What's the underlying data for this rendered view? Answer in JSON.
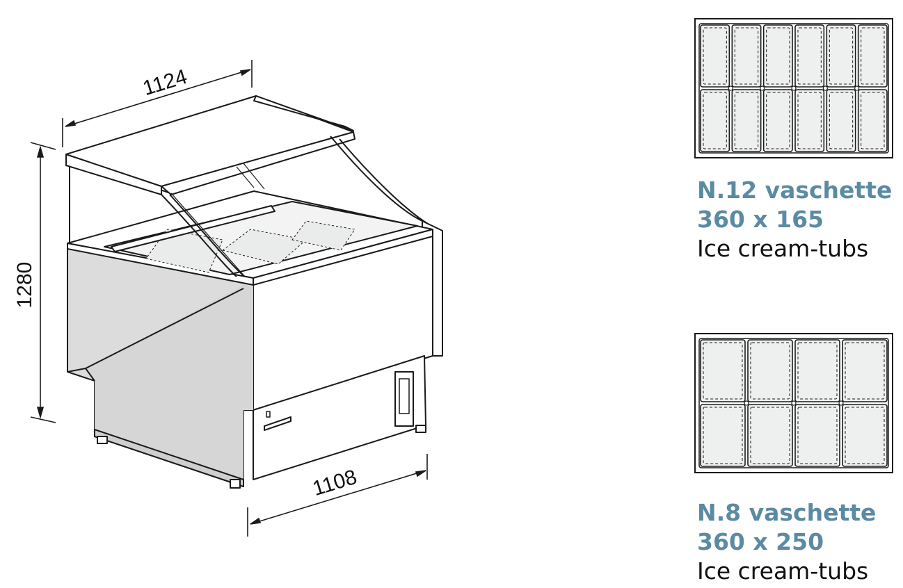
{
  "dimensions": {
    "width": "1124",
    "height": "1280",
    "depth": "1108"
  },
  "layouts": [
    {
      "title": "N.12 vaschette",
      "size": "360 x 165",
      "subtitle": "Ice cream-tubs",
      "cols": 6,
      "rows": 2
    },
    {
      "title": "N.8 vaschette",
      "size": "360 x 250",
      "subtitle": "Ice cream-tubs",
      "cols": 4,
      "rows": 2
    }
  ],
  "colors": {
    "accent": "#5b8aa3",
    "panel": "#dcdcdc",
    "tray": "#eef0ef",
    "line": "#1a1a1a"
  }
}
